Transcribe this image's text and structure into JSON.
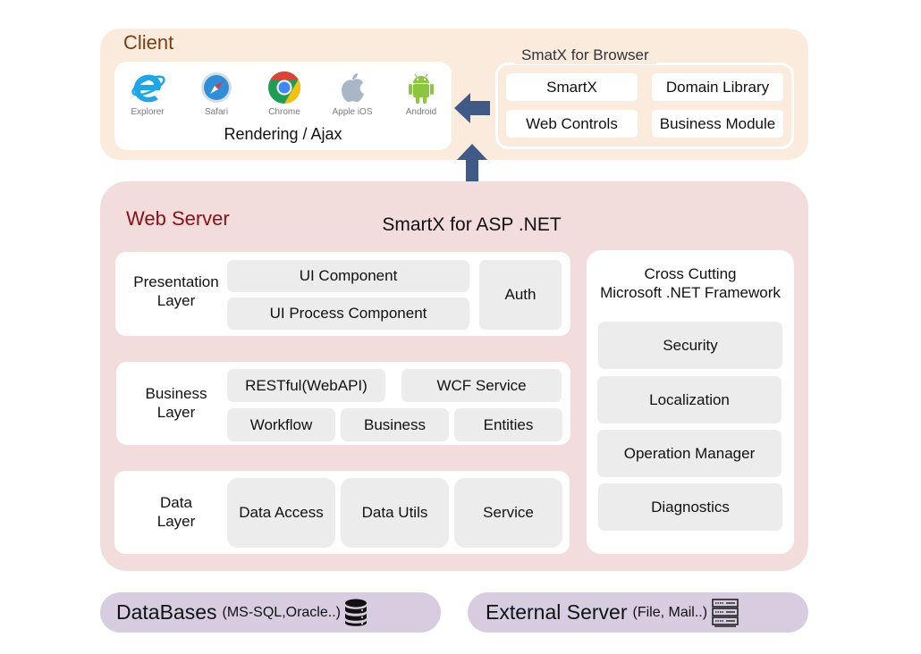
{
  "client": {
    "title": "Client",
    "browsers": [
      {
        "icon": "internet-explorer-icon",
        "label": "Explorer"
      },
      {
        "icon": "safari-icon",
        "label": "Safari"
      },
      {
        "icon": "chrome-icon",
        "label": "Chrome"
      },
      {
        "icon": "apple-icon",
        "label": "Apple iOS"
      },
      {
        "icon": "android-icon",
        "label": "Android"
      }
    ],
    "rendering_label": "Rendering / Ajax"
  },
  "browser_framework": {
    "title": "SmatX for Browser",
    "items": [
      "SmartX",
      "Domain Library",
      "Web Controls",
      "Business Module"
    ]
  },
  "web_server": {
    "title": "Web Server",
    "subtitle": "SmartX for ASP .NET",
    "presentation": {
      "label_line1": "Presentation",
      "label_line2": "Layer",
      "items": [
        "UI Component",
        "UI Process Component",
        "Auth"
      ]
    },
    "business": {
      "label_line1": "Business",
      "label_line2": "Layer",
      "items": [
        "RESTful(WebAPI)",
        "WCF Service",
        "Workflow",
        "Business",
        "Entities"
      ]
    },
    "data": {
      "label_line1": "Data",
      "label_line2": "Layer",
      "items": [
        "Data Access",
        "Data Utils",
        "Service"
      ]
    },
    "cross_cutting": {
      "title_line1": "Cross Cutting",
      "title_line2": "Microsoft .NET Framework",
      "items": [
        "Security",
        "Localization",
        "Operation Manager",
        "Diagnostics"
      ]
    }
  },
  "databases": {
    "title": "DataBases",
    "detail": "(MS-SQL,Oracle..)",
    "icon": "database-icon"
  },
  "external_server": {
    "title": "External Server",
    "detail": "(File, Mail..)",
    "icon": "server-rack-icon"
  },
  "colors": {
    "client_bg": "#fbebdd",
    "server_bg": "#f2dcdc",
    "pill_bg": "#d8cde0",
    "arrow": "#3f5a86",
    "client_title": "#7a3e12",
    "server_title": "#8b0f16"
  }
}
